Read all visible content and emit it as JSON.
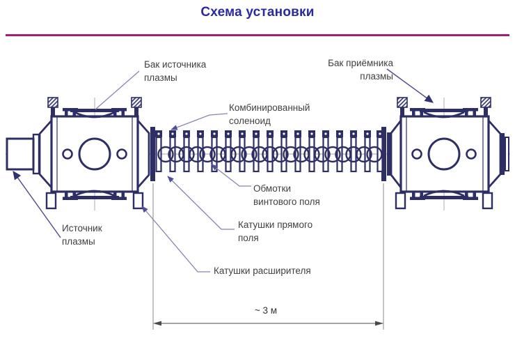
{
  "title": "Схема установки",
  "labels": {
    "source_tank": "Бак источника\nплазмы",
    "receiver_tank": "Бак приёмника\nплазмы",
    "solenoid": "Комбинированный\nсоленоид",
    "helical_windings": "Обмотки\nвинтового поля",
    "direct_field_coils": "Катушки прямого\nполя",
    "expander_coils": "Катушки расширителя",
    "plasma_source": "Источник\nплазмы",
    "dimension": "~ 3 м"
  },
  "colors": {
    "title_text": "#2a2aa0",
    "accent_rule": "#9e2078",
    "drawing": "#2e2e66",
    "label_text": "#3f3f3f"
  }
}
